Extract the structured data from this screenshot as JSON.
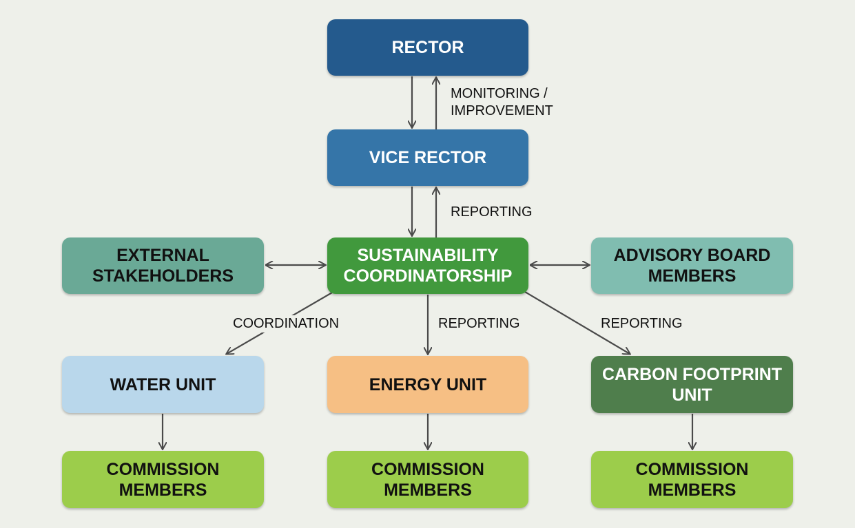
{
  "nodes": {
    "rector": "RECTOR",
    "vice_rector": "VICE RECTOR",
    "coordinator": "SUSTAINABILITY\nCOORDINATORSHIP",
    "external": "EXTERNAL\nSTAKEHOLDERS",
    "advisory": "ADVISORY BOARD\nMEMBERS",
    "water": "WATER UNIT",
    "energy": "ENERGY UNIT",
    "carbon": "CARBON FOOTPRINT\nUNIT",
    "commission_water": "COMMISSION\nMEMBERS",
    "commission_energy": "COMMISSION\nMEMBERS",
    "commission_carbon": "COMMISSION\nMEMBERS"
  },
  "edge_labels": {
    "rector_vice": "MONITORING /\nIMPROVEMENT",
    "vice_coord": "REPORTING",
    "coord_water": "COORDINATION",
    "coord_energy": "REPORTING",
    "coord_carbon": "REPORTING"
  },
  "colors": {
    "rector": "#245a8d",
    "vice_rector": "#3575a8",
    "coordinator": "#41993d",
    "external": "#6aa996",
    "advisory": "#80bdb0",
    "water": "#b9d7eb",
    "energy": "#f6bf84",
    "carbon": "#4f7e4c",
    "commission": "#9ccd4b",
    "arrow": "#4a4a4a"
  }
}
